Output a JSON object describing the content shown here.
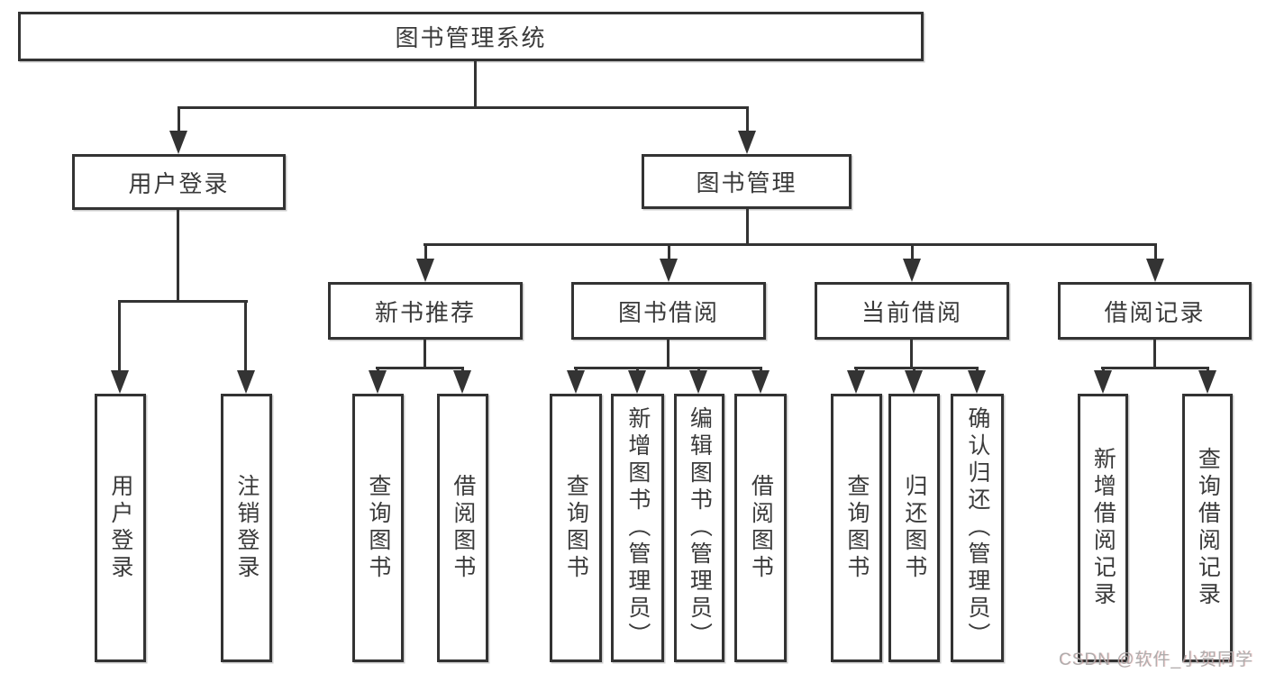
{
  "diagram": {
    "watermark": "CSDN @软件_小贺同学",
    "colors": {
      "line": "#333333",
      "text": "#3a3a3a",
      "background": "#ffffff",
      "watermark": "#a8a8a8"
    },
    "root": {
      "label": "图书管理系统"
    },
    "branches": [
      {
        "label": "用户登录",
        "children": [
          {
            "label": "用户登录"
          },
          {
            "label": "注销登录"
          }
        ]
      },
      {
        "label": "图书管理",
        "children": [
          {
            "label": "新书推荐",
            "children": [
              {
                "label": "查询图书"
              },
              {
                "label": "借阅图书"
              }
            ]
          },
          {
            "label": "图书借阅",
            "children": [
              {
                "label": "查询图书"
              },
              {
                "label": "新增图书（管理员）"
              },
              {
                "label": "编辑图书（管理员）"
              },
              {
                "label": "借阅图书"
              }
            ]
          },
          {
            "label": "当前借阅",
            "children": [
              {
                "label": "查询图书"
              },
              {
                "label": "归还图书"
              },
              {
                "label": "确认归还（管理员）"
              }
            ]
          },
          {
            "label": "借阅记录",
            "children": [
              {
                "label": "新增借阅记录"
              },
              {
                "label": "查询借阅记录"
              }
            ]
          }
        ]
      }
    ]
  }
}
